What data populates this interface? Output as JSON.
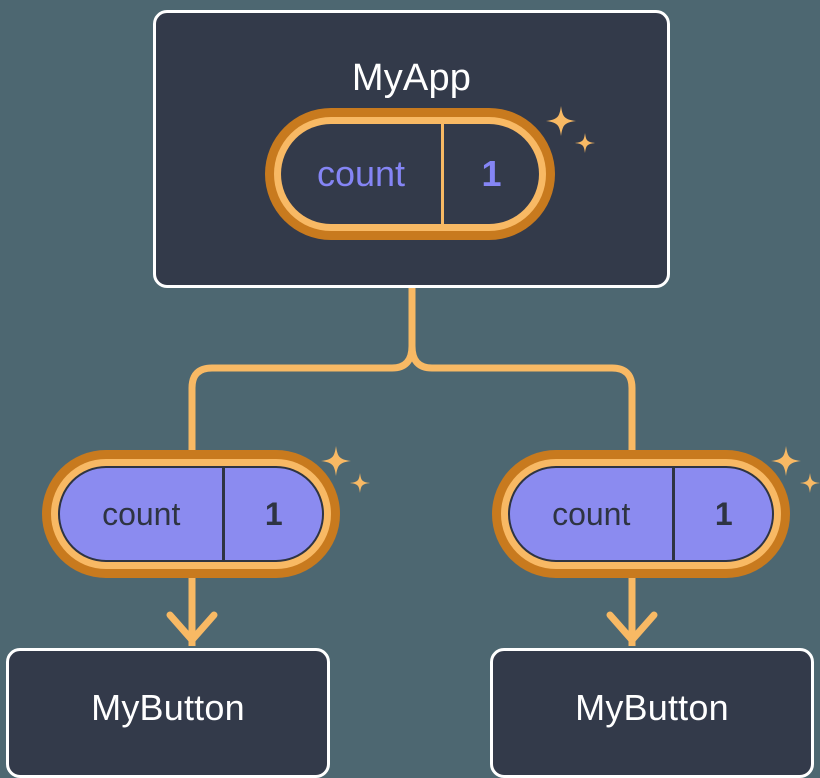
{
  "background_color": "#4d6771",
  "palette": {
    "box_fill": "#333a4a",
    "box_border": "#ffffff",
    "ring_outer": "#c87a1e",
    "ring_inner": "#f8b964",
    "wire": "#f8b964",
    "state_purple": "#8b8bf0",
    "state_text_purple": "#8585f5",
    "dark_text": "#2e3442"
  },
  "diagram": {
    "type": "component-state-tree",
    "root": {
      "name": "root-component",
      "title": "MyApp",
      "state": {
        "key": "count",
        "value": "1",
        "style": "dark"
      }
    },
    "children": [
      {
        "name": "child-left",
        "state": {
          "key": "count",
          "value": "1",
          "style": "light"
        },
        "title": "MyButton"
      },
      {
        "name": "child-right",
        "state": {
          "key": "count",
          "value": "1",
          "style": "light"
        },
        "title": "MyButton"
      }
    ],
    "sparkle_icon": "sparkle-icon",
    "arrow_icon": "arrow-down-icon"
  }
}
